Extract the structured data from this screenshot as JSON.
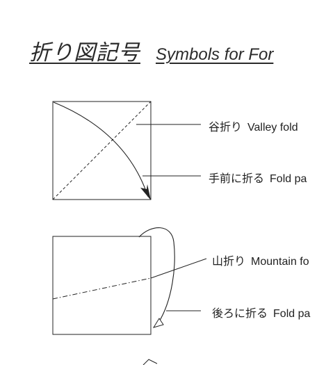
{
  "title": {
    "jp": "折り図記号",
    "en": "Symbols for For"
  },
  "labels": {
    "valley": {
      "jp": "谷折り",
      "en": "Valley fold"
    },
    "fold_front": {
      "jp": "手前に折る",
      "en": "Fold pa"
    },
    "mountain": {
      "jp": "山折り",
      "en": "Mountain fo"
    },
    "fold_back": {
      "jp": "後ろに折る",
      "en": "Fold pa"
    }
  },
  "colors": {
    "ink": "#222222",
    "background": "#ffffff"
  }
}
